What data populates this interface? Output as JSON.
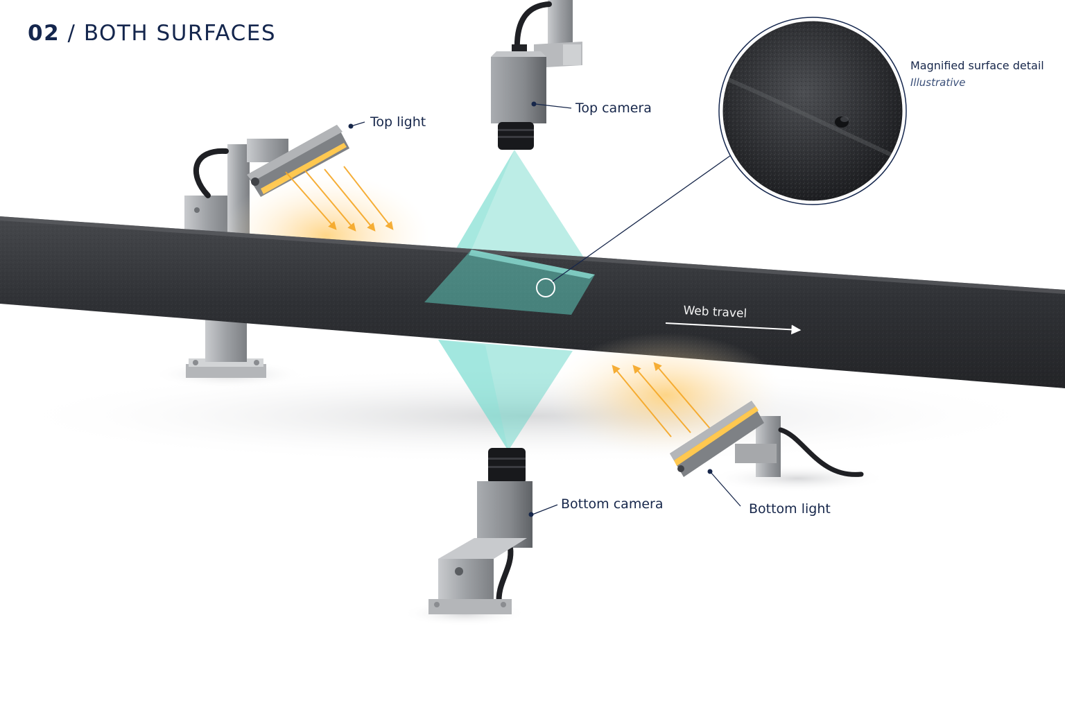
{
  "title": {
    "number": "02",
    "separator": "/",
    "text": "BOTH SURFACES"
  },
  "labels": {
    "top_light": "Top light",
    "top_camera": "Top camera",
    "bottom_camera": "Bottom camera",
    "bottom_light": "Bottom light",
    "web_travel": "Web travel"
  },
  "magnifier": {
    "title": "Magnified surface detail",
    "subtitle": "Illustrative"
  },
  "colors": {
    "title": "#14264d",
    "label": "#16264a",
    "web": "#2e3034",
    "beam": "#5fd4c4",
    "light": "#f5a623",
    "metal": "#9a9da1"
  }
}
